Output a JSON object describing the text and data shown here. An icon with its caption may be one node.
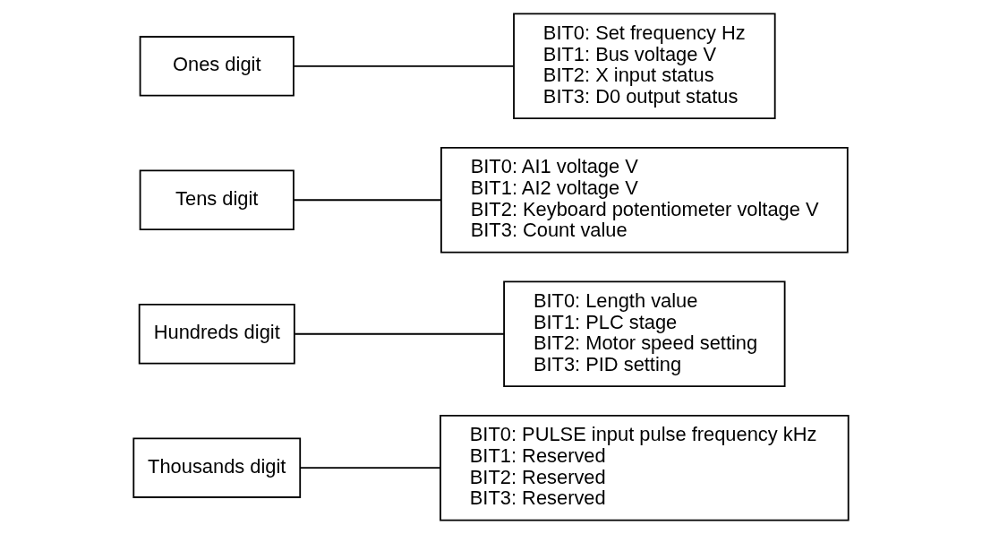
{
  "diagram": {
    "nodes": [
      {
        "text": [
          "Thousands digit"
        ]
      },
      {
        "text": [
          "Hundreds digit"
        ]
      },
      {
        "text": [
          "Tens digit"
        ]
      },
      {
        "text": [
          "Ones digit"
        ]
      },
      {
        "text": [
          "BIT0: Set frequency Hz",
          "BIT1: Bus voltage V",
          "BIT2: X input status",
          "BIT3: D0 output status"
        ]
      },
      {
        "text": [
          "BIT0: AI1 voltage V",
          "BIT1: AI2 voltage V",
          "BIT2: Keyboard potentiometer voltage V",
          "BIT3: Count value"
        ]
      },
      {
        "text": [
          "BIT0: Length value",
          "BIT1: PLC stage",
          "BIT2: Motor speed setting",
          "BIT3: PID setting"
        ]
      },
      {
        "text": [
          "BIT0: PULSE input pulse frequency kHz",
          "BIT1: Reserved",
          "BIT2: Reserved",
          "BIT3: Reserved"
        ]
      }
    ],
    "edges": [
      {
        "from": 3,
        "to": 4,
        "arrow": "none"
      },
      {
        "from": 2,
        "to": 5,
        "arrow": "none"
      },
      {
        "from": 1,
        "to": 6,
        "arrow": "none"
      },
      {
        "from": 0,
        "to": 7,
        "arrow": "none"
      }
    ]
  }
}
